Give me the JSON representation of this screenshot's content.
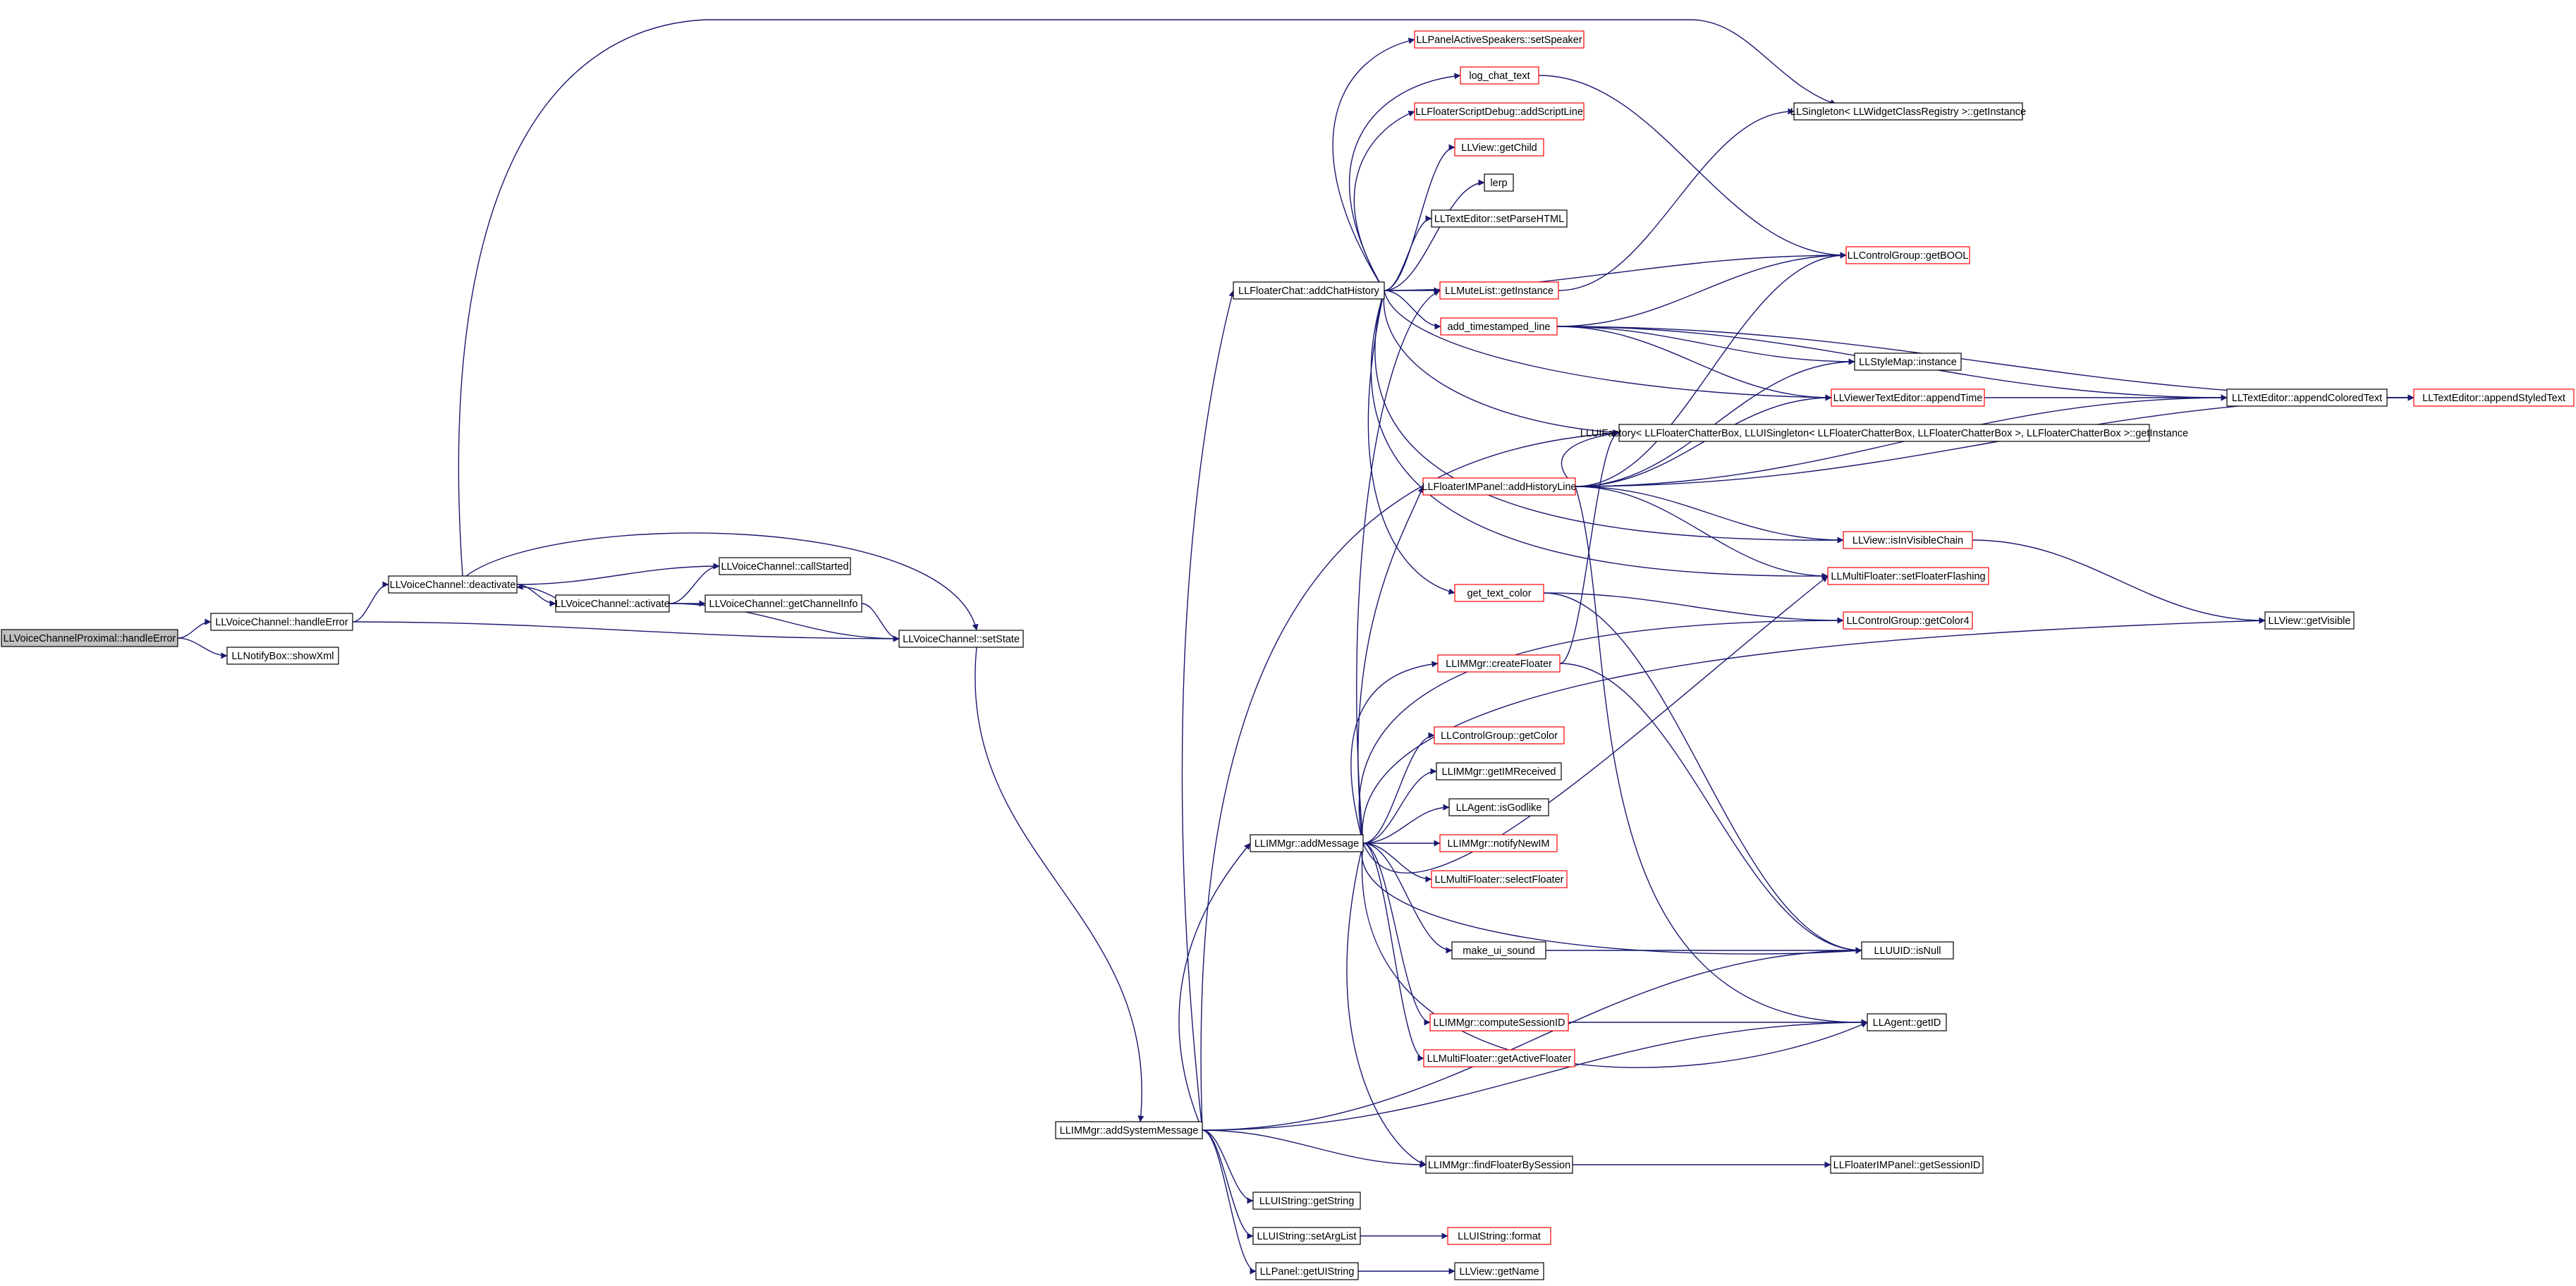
{
  "colors": {
    "edge": "#191970",
    "root_fill": "#bfbfbf",
    "fill": "#ffffff",
    "border_documented": "#000000",
    "border_undocumented": "#ff0000"
  },
  "nodes": [
    {
      "id": "proximal_handleError",
      "label": "LLVoiceChannelProximal::handleError",
      "style": "root"
    },
    {
      "id": "handleError",
      "label": "LLVoiceChannel::handleError",
      "style": "black"
    },
    {
      "id": "showXml",
      "label": "LLNotifyBox::showXml",
      "style": "black"
    },
    {
      "id": "deactivate",
      "label": "LLVoiceChannel::deactivate",
      "style": "black"
    },
    {
      "id": "activate",
      "label": "LLVoiceChannel::activate",
      "style": "black"
    },
    {
      "id": "callStarted",
      "label": "LLVoiceChannel::callStarted",
      "style": "black"
    },
    {
      "id": "getChannelInfo",
      "label": "LLVoiceChannel::getChannelInfo",
      "style": "black"
    },
    {
      "id": "setState",
      "label": "LLVoiceChannel::setState",
      "style": "black"
    },
    {
      "id": "addSystemMessage",
      "label": "LLIMMgr::addSystemMessage",
      "style": "black"
    },
    {
      "id": "addChatHistory",
      "label": "LLFloaterChat::addChatHistory",
      "style": "black"
    },
    {
      "id": "addMessage",
      "label": "LLIMMgr::addMessage",
      "style": "black"
    },
    {
      "id": "getString",
      "label": "LLUIString::getString",
      "style": "black"
    },
    {
      "id": "setArgList",
      "label": "LLUIString::setArgList",
      "style": "black"
    },
    {
      "id": "getUIString",
      "label": "LLPanel::getUIString",
      "style": "black"
    },
    {
      "id": "setSpeaker",
      "label": "LLPanelActiveSpeakers::setSpeaker",
      "style": "red"
    },
    {
      "id": "log_chat_text",
      "label": "log_chat_text",
      "style": "red"
    },
    {
      "id": "addScriptLine",
      "label": "LLFloaterScriptDebug::addScriptLine",
      "style": "red"
    },
    {
      "id": "getChild",
      "label": "LLView::getChild",
      "style": "red"
    },
    {
      "id": "lerp",
      "label": "lerp",
      "style": "black"
    },
    {
      "id": "setParseHTML",
      "label": "LLTextEditor::setParseHTML",
      "style": "black"
    },
    {
      "id": "muteList",
      "label": "LLMuteList::getInstance",
      "style": "red"
    },
    {
      "id": "add_timestamped_line",
      "label": "add_timestamped_line",
      "style": "red"
    },
    {
      "id": "addHistoryLine",
      "label": "LLFloaterIMPanel::addHistoryLine",
      "style": "red"
    },
    {
      "id": "get_text_color",
      "label": "get_text_color",
      "style": "red"
    },
    {
      "id": "createFloater",
      "label": "LLIMMgr::createFloater",
      "style": "red"
    },
    {
      "id": "cg_getColor",
      "label": "LLControlGroup::getColor",
      "style": "red"
    },
    {
      "id": "getIMReceived",
      "label": "LLIMMgr::getIMReceived",
      "style": "black"
    },
    {
      "id": "isGodlike",
      "label": "LLAgent::isGodlike",
      "style": "black"
    },
    {
      "id": "notifyNewIM",
      "label": "LLIMMgr::notifyNewIM",
      "style": "red"
    },
    {
      "id": "selectFloater",
      "label": "LLMultiFloater::selectFloater",
      "style": "red"
    },
    {
      "id": "make_ui_sound",
      "label": "make_ui_sound",
      "style": "black"
    },
    {
      "id": "computeSessionID",
      "label": "LLIMMgr::computeSessionID",
      "style": "red"
    },
    {
      "id": "getActiveFloater",
      "label": "LLMultiFloater::getActiveFloater",
      "style": "red"
    },
    {
      "id": "findFloaterBySession",
      "label": "LLIMMgr::findFloaterBySession",
      "style": "black"
    },
    {
      "id": "uis_format",
      "label": "LLUIString::format",
      "style": "red"
    },
    {
      "id": "getName",
      "label": "LLView::getName",
      "style": "black"
    },
    {
      "id": "widgetRegistry",
      "label": "LLSingleton< LLWidgetClassRegistry >::getInstance",
      "style": "black"
    },
    {
      "id": "getBOOL",
      "label": "LLControlGroup::getBOOL",
      "style": "red"
    },
    {
      "id": "styleMap",
      "label": "LLStyleMap::instance",
      "style": "black"
    },
    {
      "id": "appendTime",
      "label": "LLViewerTextEditor::appendTime",
      "style": "red"
    },
    {
      "id": "uiFactory",
      "label": "LLUIFactory< LLFloaterChatterBox, LLUISingleton< LLFloaterChatterBox, LLFloaterChatterBox >, LLFloaterChatterBox >::getInstance",
      "style": "black"
    },
    {
      "id": "isInVisibleChain",
      "label": "LLView::isInVisibleChain",
      "style": "red"
    },
    {
      "id": "setFloaterFlashing",
      "label": "LLMultiFloater::setFloaterFlashing",
      "style": "red"
    },
    {
      "id": "getColor4",
      "label": "LLControlGroup::getColor4",
      "style": "red"
    },
    {
      "id": "isNull",
      "label": "LLUUID::isNull",
      "style": "black"
    },
    {
      "id": "getID",
      "label": "LLAgent::getID",
      "style": "black"
    },
    {
      "id": "getSessionID",
      "label": "LLFloaterIMPanel::getSessionID",
      "style": "black"
    },
    {
      "id": "appendColoredText",
      "label": "LLTextEditor::appendColoredText",
      "style": "black"
    },
    {
      "id": "appendStyledText",
      "label": "LLTextEditor::appendStyledText",
      "style": "red"
    },
    {
      "id": "getVisible",
      "label": "LLView::getVisible",
      "style": "black"
    }
  ],
  "edges": [
    [
      "proximal_handleError",
      "handleError"
    ],
    [
      "proximal_handleError",
      "showXml"
    ],
    [
      "handleError",
      "deactivate"
    ],
    [
      "handleError",
      "setState"
    ],
    [
      "deactivate",
      "activate"
    ],
    [
      "deactivate",
      "callStarted"
    ],
    [
      "deactivate",
      "setState"
    ],
    [
      "deactivate",
      "widgetRegistry"
    ],
    [
      "activate",
      "deactivate"
    ],
    [
      "activate",
      "callStarted"
    ],
    [
      "activate",
      "getChannelInfo"
    ],
    [
      "activate",
      "setState"
    ],
    [
      "getChannelInfo",
      "setState"
    ],
    [
      "setState",
      "addSystemMessage"
    ],
    [
      "addSystemMessage",
      "addChatHistory"
    ],
    [
      "addSystemMessage",
      "addMessage"
    ],
    [
      "addSystemMessage",
      "uiFactory"
    ],
    [
      "addSystemMessage",
      "isNull"
    ],
    [
      "addSystemMessage",
      "getID"
    ],
    [
      "addSystemMessage",
      "findFloaterBySession"
    ],
    [
      "addSystemMessage",
      "getString"
    ],
    [
      "addSystemMessage",
      "setArgList"
    ],
    [
      "addSystemMessage",
      "getUIString"
    ],
    [
      "addChatHistory",
      "setSpeaker"
    ],
    [
      "addChatHistory",
      "log_chat_text"
    ],
    [
      "addChatHistory",
      "addScriptLine"
    ],
    [
      "addChatHistory",
      "getChild"
    ],
    [
      "addChatHistory",
      "lerp"
    ],
    [
      "addChatHistory",
      "setParseHTML"
    ],
    [
      "addChatHistory",
      "getBOOL"
    ],
    [
      "addChatHistory",
      "muteList"
    ],
    [
      "addChatHistory",
      "add_timestamped_line"
    ],
    [
      "addChatHistory",
      "uiFactory"
    ],
    [
      "addChatHistory",
      "appendTime"
    ],
    [
      "addChatHistory",
      "isInVisibleChain"
    ],
    [
      "addChatHistory",
      "setFloaterFlashing"
    ],
    [
      "addChatHistory",
      "get_text_color"
    ],
    [
      "log_chat_text",
      "getBOOL"
    ],
    [
      "muteList",
      "widgetRegistry"
    ],
    [
      "add_timestamped_line",
      "getBOOL"
    ],
    [
      "add_timestamped_line",
      "styleMap"
    ],
    [
      "add_timestamped_line",
      "appendTime"
    ],
    [
      "add_timestamped_line",
      "appendColoredText"
    ],
    [
      "add_timestamped_line",
      "appendStyledText"
    ],
    [
      "addHistoryLine",
      "getBOOL"
    ],
    [
      "addHistoryLine",
      "styleMap"
    ],
    [
      "addHistoryLine",
      "appendTime"
    ],
    [
      "addHistoryLine",
      "appendColoredText"
    ],
    [
      "addHistoryLine",
      "appendStyledText"
    ],
    [
      "addHistoryLine",
      "isInVisibleChain"
    ],
    [
      "addHistoryLine",
      "setFloaterFlashing"
    ],
    [
      "addHistoryLine",
      "getID"
    ],
    [
      "addHistoryLine",
      "uiFactory"
    ],
    [
      "get_text_color",
      "getColor4"
    ],
    [
      "get_text_color",
      "isNull"
    ],
    [
      "createFloater",
      "uiFactory"
    ],
    [
      "createFloater",
      "isNull"
    ],
    [
      "addMessage",
      "muteList"
    ],
    [
      "addMessage",
      "addHistoryLine"
    ],
    [
      "addMessage",
      "createFloater"
    ],
    [
      "addMessage",
      "cg_getColor"
    ],
    [
      "addMessage",
      "getIMReceived"
    ],
    [
      "addMessage",
      "isGodlike"
    ],
    [
      "addMessage",
      "notifyNewIM"
    ],
    [
      "addMessage",
      "selectFloater"
    ],
    [
      "addMessage",
      "make_ui_sound"
    ],
    [
      "addMessage",
      "computeSessionID"
    ],
    [
      "addMessage",
      "getActiveFloater"
    ],
    [
      "addMessage",
      "findFloaterBySession"
    ],
    [
      "addMessage",
      "getColor4"
    ],
    [
      "addMessage",
      "getVisible"
    ],
    [
      "addMessage",
      "setFloaterFlashing"
    ],
    [
      "addMessage",
      "isNull"
    ],
    [
      "addMessage",
      "getID"
    ],
    [
      "make_ui_sound",
      "isNull"
    ],
    [
      "computeSessionID",
      "getID"
    ],
    [
      "findFloaterBySession",
      "getSessionID"
    ],
    [
      "setArgList",
      "uis_format"
    ],
    [
      "getUIString",
      "getName"
    ],
    [
      "appendTime",
      "appendColoredText"
    ],
    [
      "appendColoredText",
      "appendStyledText"
    ],
    [
      "isInVisibleChain",
      "getVisible"
    ]
  ]
}
